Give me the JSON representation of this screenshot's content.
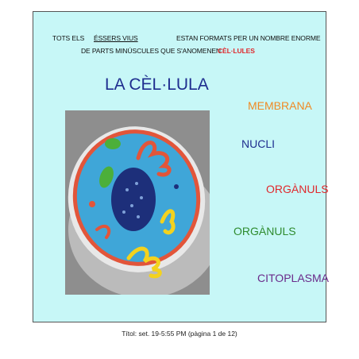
{
  "intro": {
    "line1_a": "TOTS ELS",
    "line1_b": "ÉSSERS VIUS",
    "line1_c": "ESTAN FORMATS PER UN NOMBRE ENORME",
    "line2_a": "DE PARTS MINÚSCULES QUE S'ANOMENEN",
    "line2_b": "CÈL·LULES"
  },
  "title": "LA CÈL·LULA",
  "labels": [
    {
      "text": "MEMBRANA",
      "color": "#f08a24"
    },
    {
      "text": "NUCLI",
      "color": "#1f2e8f"
    },
    {
      "text": "ORGÀNULS",
      "color": "#e0282c"
    },
    {
      "text": "ORGÀNULS",
      "color": "#2e8b2e"
    },
    {
      "text": "CITOPLASMA",
      "color": "#6a2a8a"
    }
  ],
  "caption": "Títol: set. 19-5:55 PM (pàgina 1 de 12)"
}
